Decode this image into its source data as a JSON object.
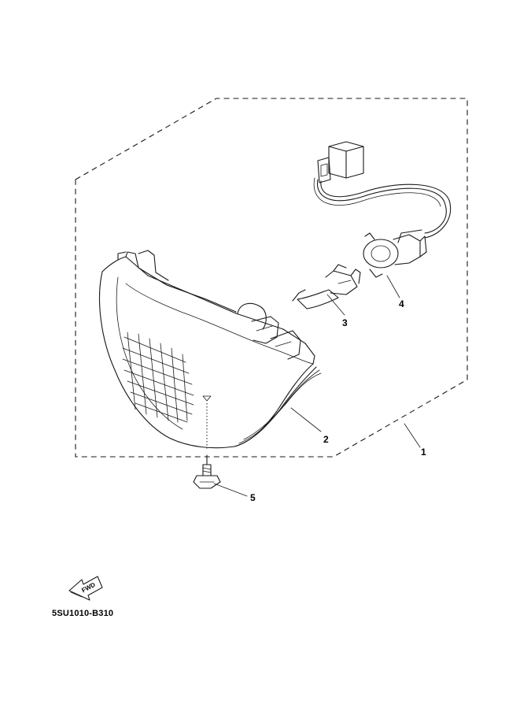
{
  "diagram": {
    "parts": [
      {
        "callout": "1",
        "part": "headlight-assembly"
      },
      {
        "callout": "2",
        "part": "headlight-unit"
      },
      {
        "callout": "3",
        "part": "bulb"
      },
      {
        "callout": "4",
        "part": "socket-cord"
      },
      {
        "callout": "5",
        "part": "screw"
      }
    ],
    "fwd_label": "FWD",
    "drawing_code": "5SU1010-B310"
  }
}
